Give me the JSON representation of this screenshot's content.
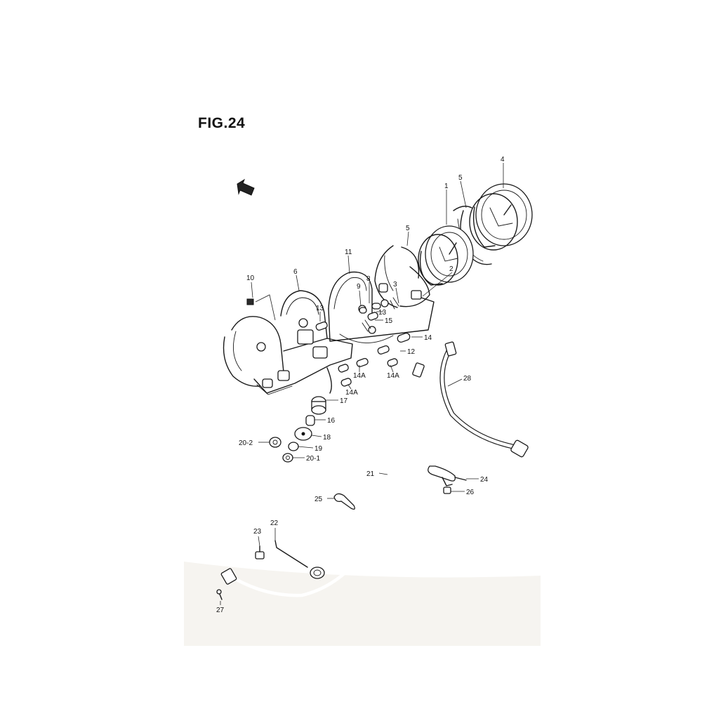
{
  "figure": {
    "title": "FIG.24"
  },
  "callouts": {
    "c1": "1",
    "c2": "2",
    "c3": "3",
    "c4": "4",
    "c5a": "5",
    "c5b": "5",
    "c6": "6",
    "c8": "8",
    "c9": "9",
    "c10": "10",
    "c11": "11",
    "c12": "12",
    "c13a": "13",
    "c13b": "13",
    "c14": "14",
    "c14a1": "14A",
    "c14a2": "14A",
    "c14a3": "14A",
    "c15": "15",
    "c16": "16",
    "c17": "17",
    "c18": "18",
    "c19": "19",
    "c20_1": "20-1",
    "c20_2": "20-2",
    "c21": "21",
    "c22": "22",
    "c23": "23",
    "c24": "24",
    "c25": "25",
    "c26": "26",
    "c27": "27",
    "c28": "28"
  },
  "icons": {
    "front_arrow": "front-direction-arrow-icon"
  }
}
